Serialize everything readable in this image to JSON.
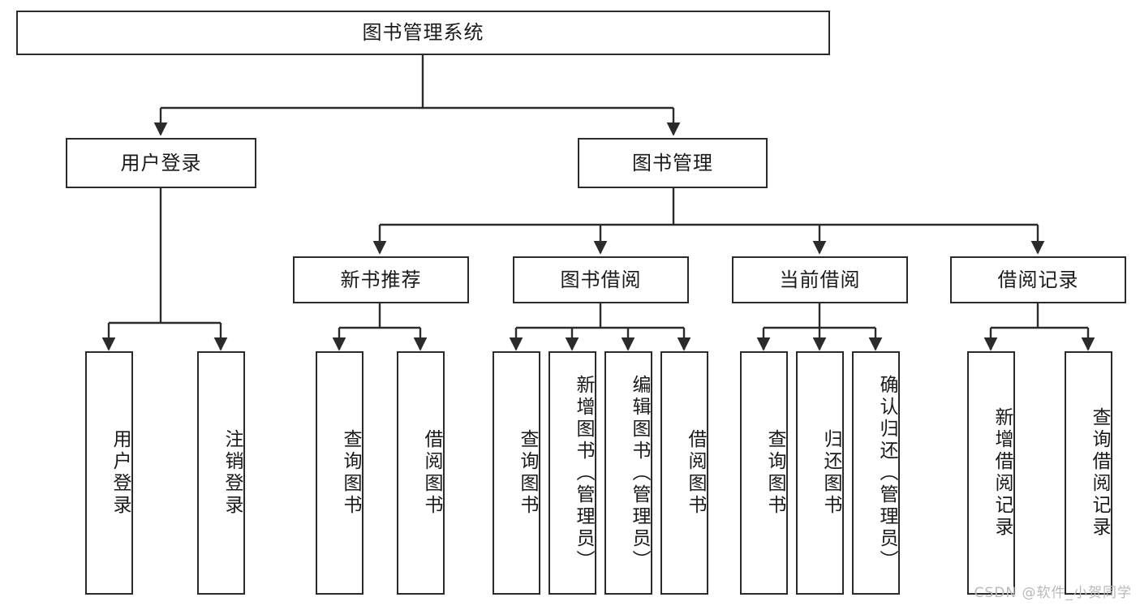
{
  "diagram": {
    "title": "图书管理系统",
    "type": "hierarchy-tree",
    "root": {
      "id": "root",
      "label": "图书管理系统"
    },
    "level2": [
      {
        "id": "user-login",
        "label": "用户登录"
      },
      {
        "id": "book-manage",
        "label": "图书管理"
      }
    ],
    "level3": [
      {
        "id": "new-book-rec",
        "label": "新书推荐"
      },
      {
        "id": "book-borrow",
        "label": "图书借阅"
      },
      {
        "id": "current-borrow",
        "label": "当前借阅"
      },
      {
        "id": "borrow-record",
        "label": "借阅记录"
      }
    ],
    "leaves": {
      "user_login": [
        {
          "id": "leaf-user-login",
          "label": "用户登录"
        },
        {
          "id": "leaf-user-logout",
          "label": "注销登录"
        }
      ],
      "new_book_rec": [
        {
          "id": "leaf-query-book-1",
          "label": "查询图书"
        },
        {
          "id": "leaf-borrow-book-1",
          "label": "借阅图书"
        }
      ],
      "book_borrow": [
        {
          "id": "leaf-query-book-2",
          "label": "查询图书"
        },
        {
          "id": "leaf-add-book",
          "label": "新增图书（管理员）"
        },
        {
          "id": "leaf-edit-book",
          "label": "编辑图书（管理员）"
        },
        {
          "id": "leaf-borrow-book-2",
          "label": "借阅图书"
        }
      ],
      "current_borrow": [
        {
          "id": "leaf-query-book-3",
          "label": "查询图书"
        },
        {
          "id": "leaf-return-book",
          "label": "归还图书"
        },
        {
          "id": "leaf-confirm-return",
          "label": "确认归还（管理员）"
        }
      ],
      "borrow_record": [
        {
          "id": "leaf-add-record",
          "label": "新增借阅记录"
        },
        {
          "id": "leaf-query-record",
          "label": "查询借阅记录"
        }
      ]
    },
    "colors": {
      "stroke": "#2b2b2b",
      "fill": "#ffffff",
      "text": "#1a1a1a",
      "watermark": "#b9b9b9"
    }
  },
  "watermark": {
    "text": "CSDN @软件_小贺同学"
  }
}
